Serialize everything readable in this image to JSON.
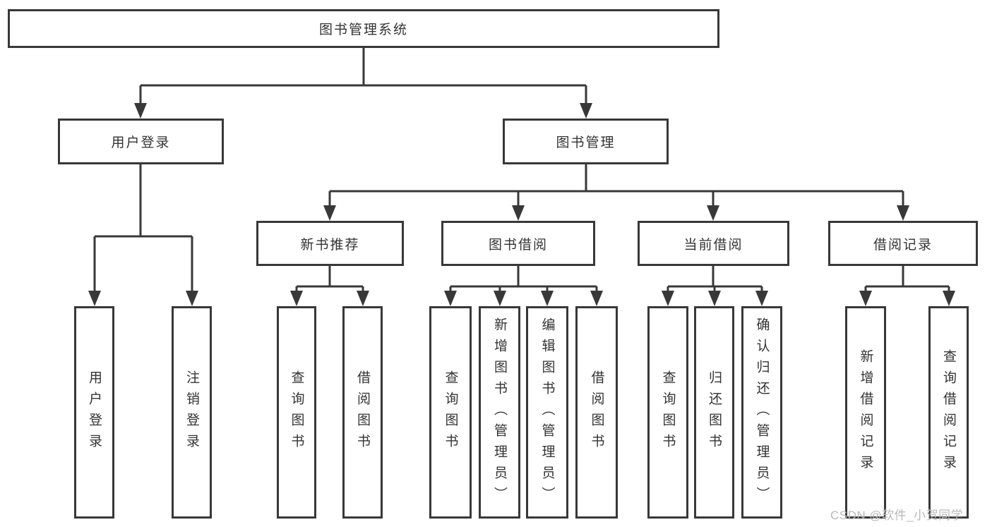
{
  "diagram_title": "图书管理系统",
  "tree": {
    "label": "图书管理系统",
    "children": [
      {
        "label": "用户登录",
        "children": [
          {
            "label": "用户登录"
          },
          {
            "label": "注销登录"
          }
        ]
      },
      {
        "label": "图书管理",
        "children": [
          {
            "label": "新书推荐",
            "children": [
              {
                "label": "查询图书"
              },
              {
                "label": "借阅图书"
              }
            ]
          },
          {
            "label": "图书借阅",
            "children": [
              {
                "label": "查询图书"
              },
              {
                "label": "新增图书（管理员）"
              },
              {
                "label": "编辑图书（管理员）"
              },
              {
                "label": "借阅图书"
              }
            ]
          },
          {
            "label": "当前借阅",
            "children": [
              {
                "label": "查询图书"
              },
              {
                "label": "归还图书"
              },
              {
                "label": "确认归还（管理员）"
              }
            ]
          },
          {
            "label": "借阅记录",
            "children": [
              {
                "label": "新增借阅记录"
              },
              {
                "label": "查询借阅记录"
              }
            ]
          }
        ]
      }
    ]
  },
  "watermark": "CSDN @软件_小贺同学",
  "colors": {
    "line": "#383838",
    "text": "#333333",
    "background": "#ffffff",
    "watermark": "#b9b9b9"
  }
}
